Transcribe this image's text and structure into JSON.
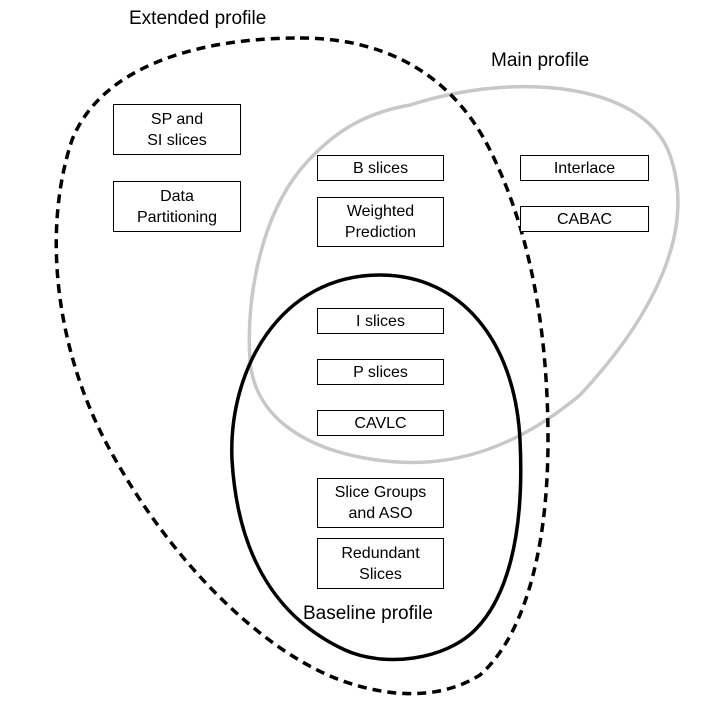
{
  "profiles": {
    "extended": {
      "label": "Extended profile",
      "stroke": "#000000",
      "line": "dashed"
    },
    "main": {
      "label": "Main profile",
      "stroke": "#c8c8c8",
      "line": "solid"
    },
    "baseline": {
      "label": "Baseline profile",
      "stroke": "#000000",
      "line": "solid"
    }
  },
  "features": {
    "sp_si": {
      "line1": "SP and",
      "line2": "SI slices"
    },
    "data_partitioning": {
      "line1": "Data",
      "line2": "Partitioning"
    },
    "b_slices": {
      "line1": "B slices"
    },
    "weighted_prediction": {
      "line1": "Weighted",
      "line2": "Prediction"
    },
    "interlace": {
      "line1": "Interlace"
    },
    "cabac": {
      "line1": "CABAC"
    },
    "i_slices": {
      "line1": "I slices"
    },
    "p_slices": {
      "line1": "P slices"
    },
    "cavlc": {
      "line1": "CAVLC"
    },
    "slice_groups_aso": {
      "line1": "Slice Groups",
      "line2": "and ASO"
    },
    "redundant_slices": {
      "line1": "Redundant",
      "line2": "Slices"
    }
  }
}
